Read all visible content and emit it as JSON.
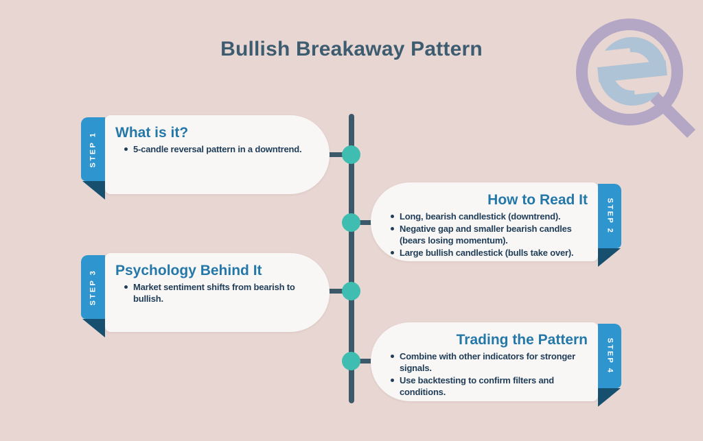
{
  "title": "Bullish Breakaway Pattern",
  "logo": {
    "icon": "sq-magnifying-glass-logo"
  },
  "colors": {
    "bg": "#e8d6d2",
    "card": "#f8f7f5",
    "tab_blue": "#2e95cf",
    "fold_navy": "#17506f",
    "node_teal": "#3fbdb1",
    "line_slate": "#3b5968",
    "heading": "#3d5c70",
    "card_title": "#2478a9",
    "body_text": "#1f3d58",
    "step_text": "#ffffff",
    "logo_ring": "#b4a7c6",
    "logo_s": "#aec3d5"
  },
  "steps": [
    {
      "step_label": "STEP 1",
      "title": "What is it?",
      "bullets": [
        "5-candle reversal pattern in a downtrend."
      ]
    },
    {
      "step_label": "STEP 2",
      "title": "How to Read It",
      "bullets": [
        "Long, bearish candlestick (downtrend).",
        "Negative gap and smaller bearish candles (bears losing momentum).",
        "Large bullish candlestick (bulls take over)."
      ]
    },
    {
      "step_label": "STEP 3",
      "title": "Psychology Behind It",
      "bullets": [
        "Market sentiment shifts from bearish to bullish."
      ]
    },
    {
      "step_label": "STEP 4",
      "title": "Trading the Pattern",
      "bullets": [
        "Combine with other indicators for stronger signals.",
        "Use backtesting to confirm filters and conditions."
      ]
    }
  ]
}
